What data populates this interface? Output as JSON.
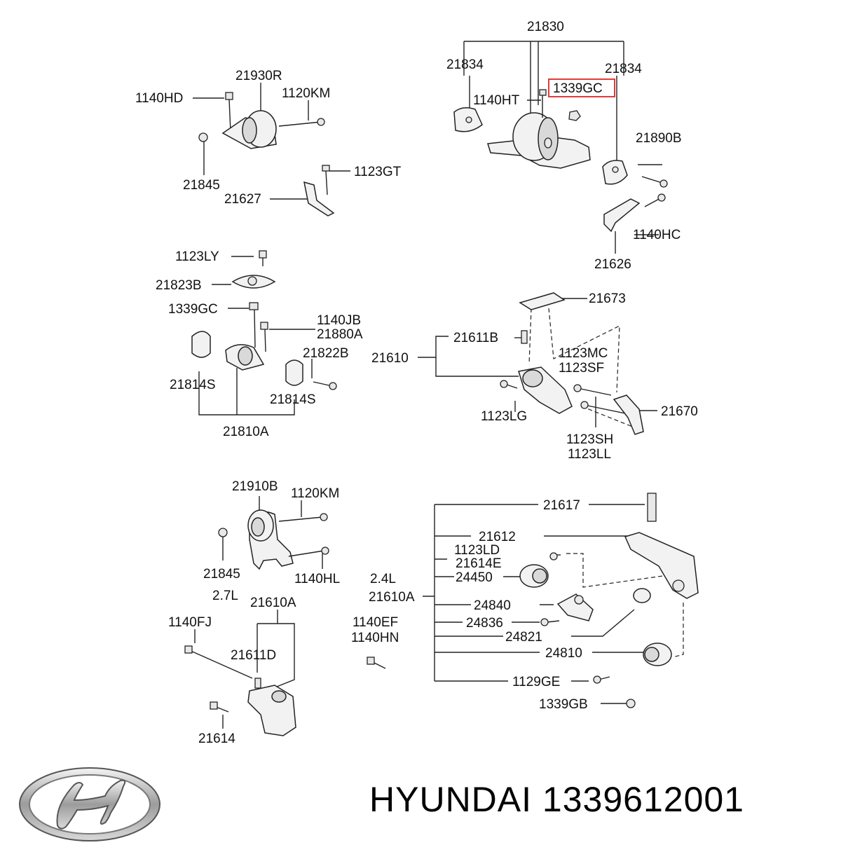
{
  "brand": {
    "name": "HYUNDAI",
    "part_number": "1339612001",
    "title": "HYUNDAI 1339612001",
    "logo_icon": "hyundai-logo"
  },
  "highlight": {
    "label": "1339GC",
    "color": "#e23b3b"
  },
  "callouts": {
    "c21830": "21830",
    "c21834a": "21834",
    "c21834b": "21834",
    "c1140ht": "1140HT",
    "c1339gc_hl": "1339GC",
    "c21890b": "21890B",
    "c1140hc": "1140HC",
    "c21626": "21626",
    "c21930r": "21930R",
    "c1140hd": "1140HD",
    "c1120km_a": "1120KM",
    "c21845_a": "21845",
    "c1123gt": "1123GT",
    "c21627": "21627",
    "c1123ly": "1123LY",
    "c21823b": "21823B",
    "c1339gc_b": "1339GC",
    "c1140jb": "1140JB",
    "c21880a": "21880A",
    "c21822b": "21822B",
    "c21814s_a": "21814S",
    "c21814s_b": "21814S",
    "c21810a": "21810A",
    "c21673": "21673",
    "c21611b": "21611B",
    "c21610": "21610",
    "c1123mc": "1123MC",
    "c1123sf": "1123SF",
    "c1123lg": "1123LG",
    "c21670": "21670",
    "c1123sh": "1123SH",
    "c1123ll": "1123LL",
    "c21910b": "21910B",
    "c1120km_b": "1120KM",
    "c21845_b": "21845",
    "c1140hl": "1140HL",
    "c27l": "2.7L",
    "c21610a_a": "21610A",
    "c1140fj": "1140FJ",
    "c21611d": "21611D",
    "c21614": "21614",
    "c24l": "2.4L",
    "c21610a_b": "21610A",
    "c1140ef": "1140EF",
    "c1140hn": "1140HN",
    "c21617": "21617",
    "c21612": "21612",
    "c1123ld": "1123LD",
    "c21614e": "21614E",
    "c24450": "24450",
    "c24840": "24840",
    "c24836": "24836",
    "c24821": "24821",
    "c24810": "24810",
    "c1129ge": "1129GE",
    "c1339gb": "1339GB"
  }
}
